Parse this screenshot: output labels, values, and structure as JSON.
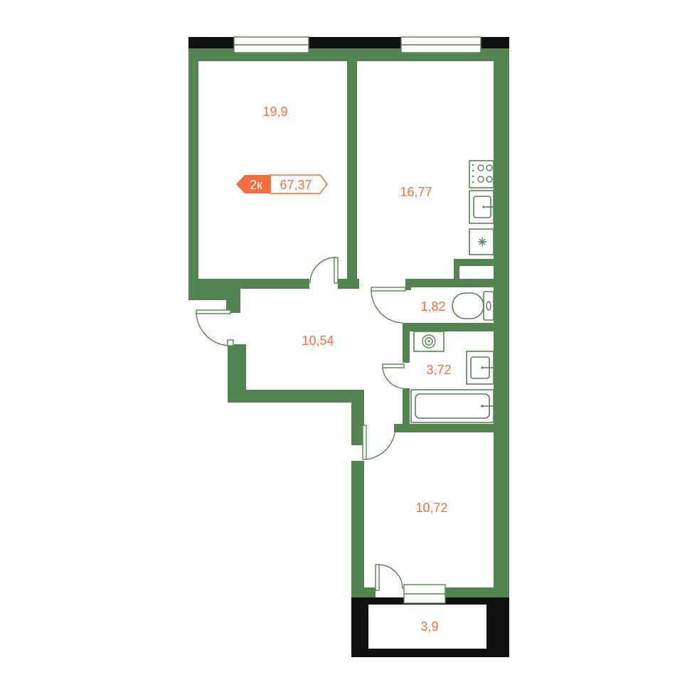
{
  "colors": {
    "wall": "#548452",
    "accent": "#f26e3e",
    "block": "#111111",
    "background": "#ffffff"
  },
  "badge": {
    "rooms": "2к",
    "total_area": "67,37"
  },
  "rooms": {
    "room_1": "19,9",
    "room_2": "16,77",
    "hall": "10,54",
    "wc": "1,82",
    "bathroom": "3,72",
    "room_3": "10,72",
    "balcony": "3,9"
  },
  "icons": [
    "stove-icon",
    "sink-icon",
    "fridge-icon",
    "toilet-icon",
    "washing-machine-icon",
    "bathtub-icon",
    "door-swing-icon",
    "window-icon"
  ]
}
